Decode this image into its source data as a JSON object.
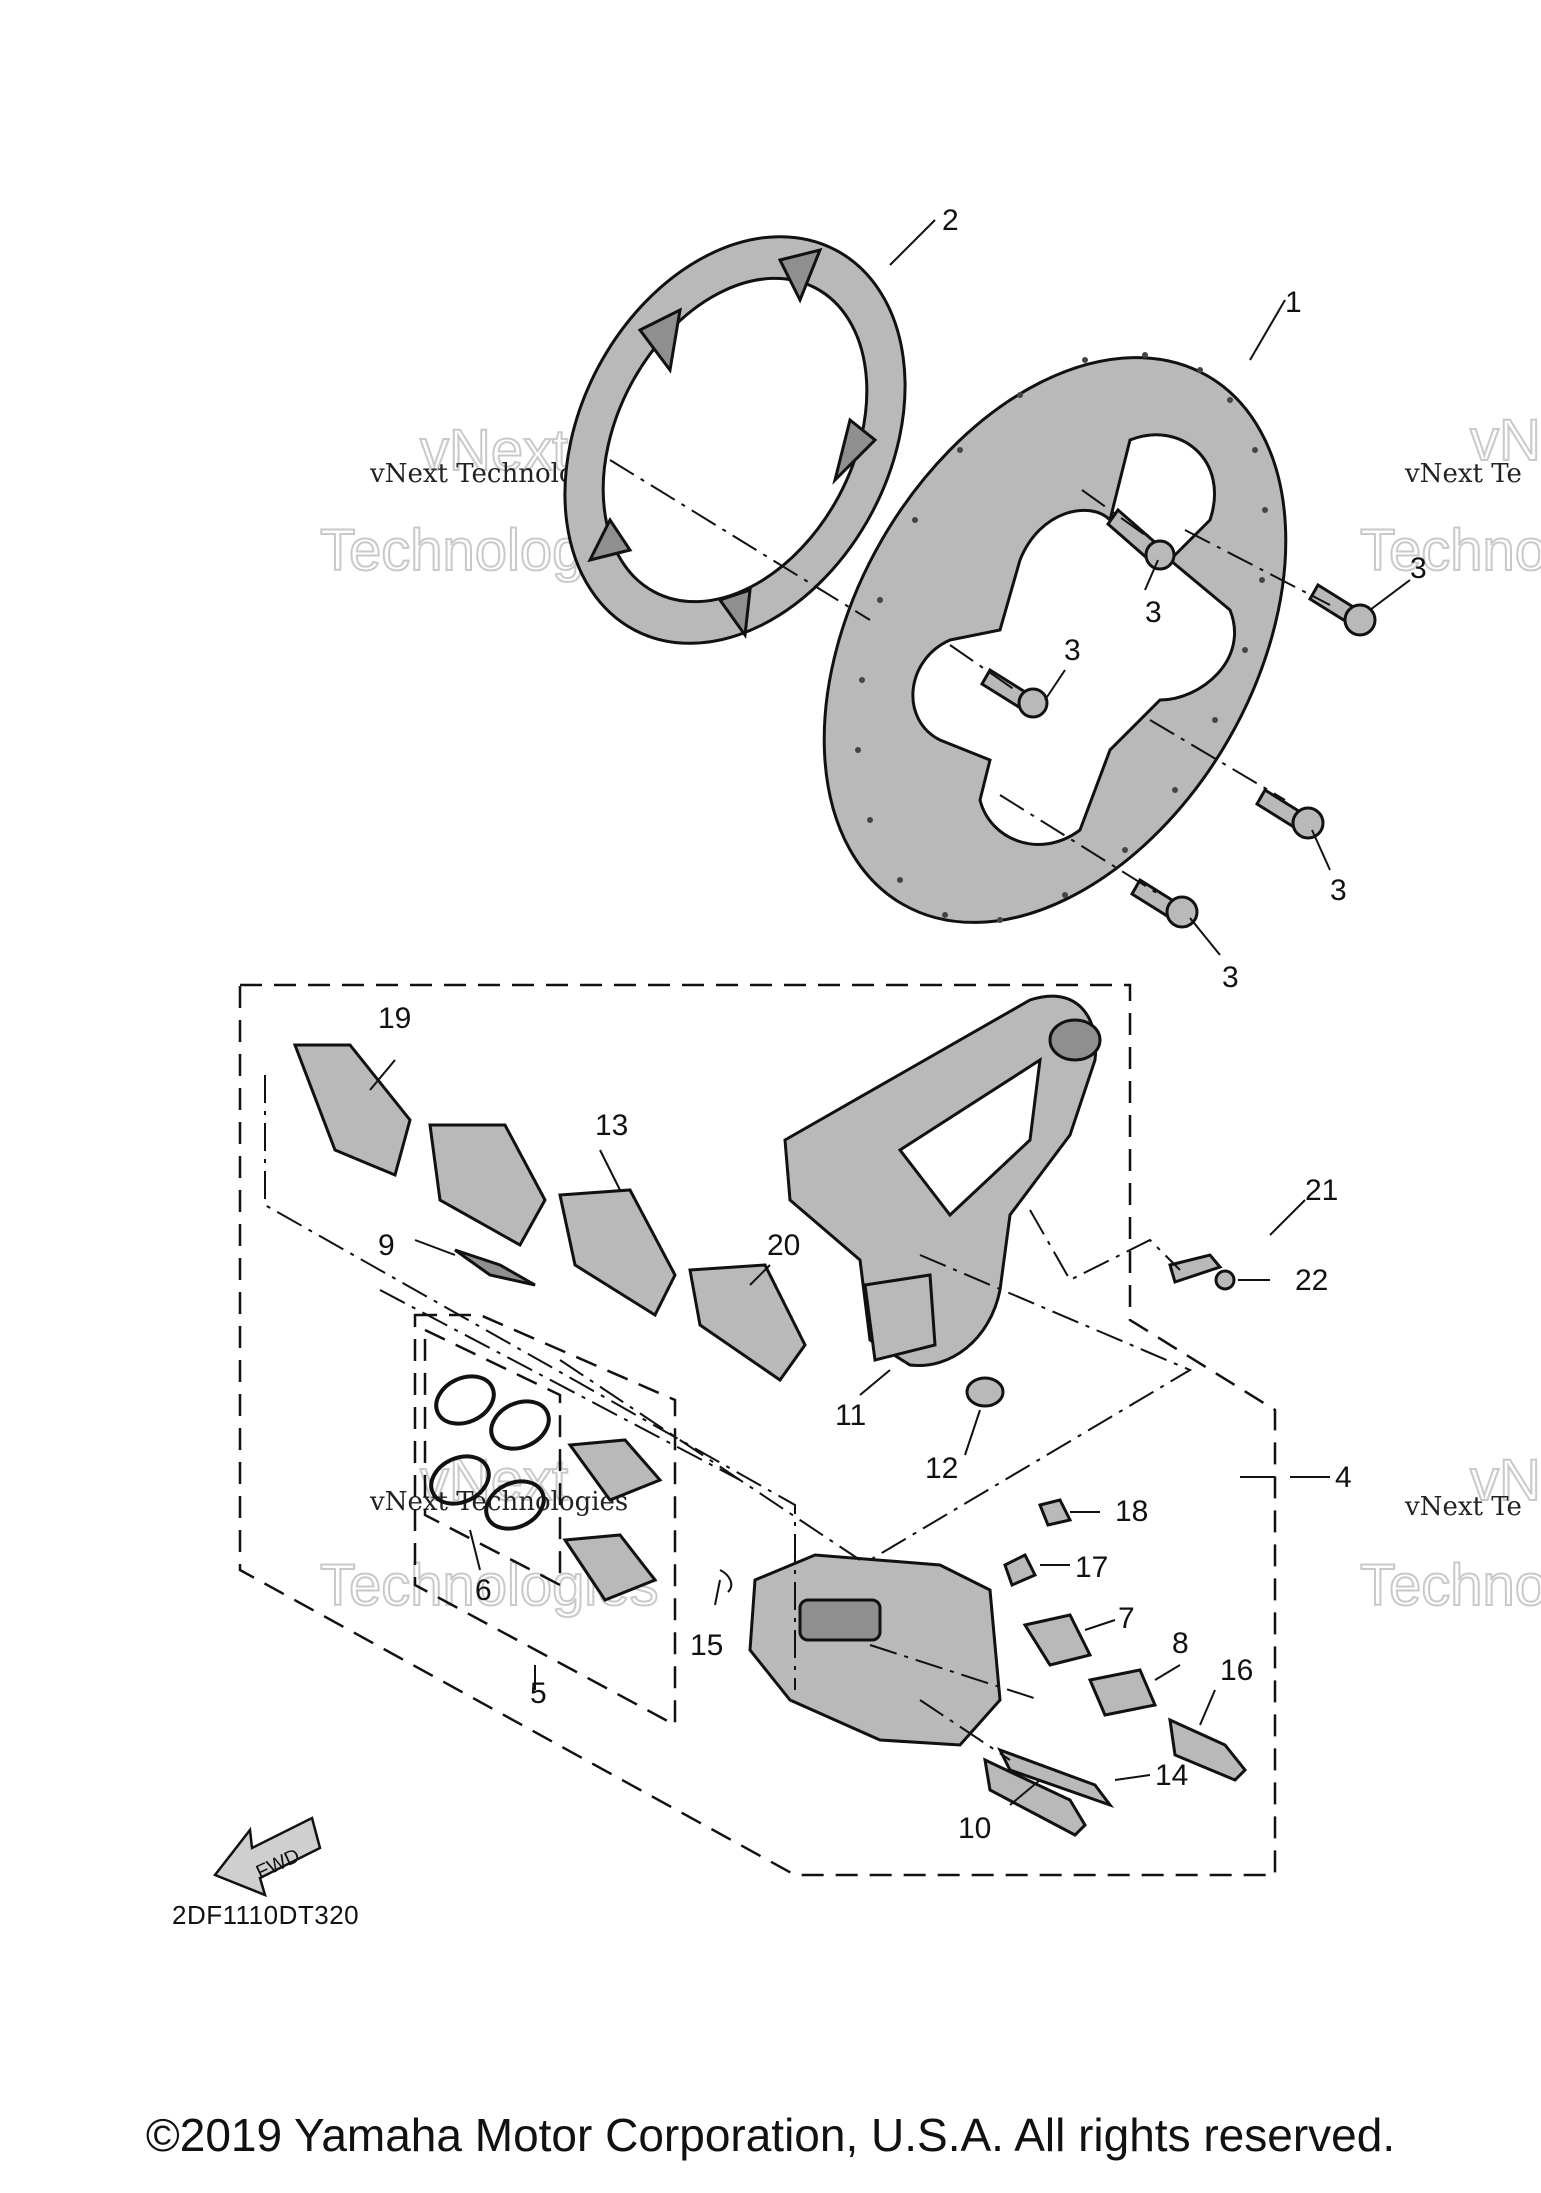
{
  "diagram": {
    "callouts": {
      "c1": "1",
      "c2": "2",
      "c3a": "3",
      "c3b": "3",
      "c3c": "3",
      "c3d": "3",
      "c3e": "3",
      "c4": "4",
      "c5": "5",
      "c6": "6",
      "c7": "7",
      "c8": "8",
      "c9": "9",
      "c10": "10",
      "c11": "11",
      "c12": "12",
      "c13": "13",
      "c14": "14",
      "c15": "15",
      "c16": "16",
      "c17": "17",
      "c18": "18",
      "c19": "19",
      "c20": "20",
      "c21": "21",
      "c22": "22"
    },
    "watermark": {
      "small": "vNext Technologies",
      "small_cut": "vNext Te",
      "big_line1": "vNext",
      "big_line2": "Technologies",
      "big_cut1": "vNe",
      "big_cut2": "Techno"
    },
    "forward_arrow": "FWD",
    "diagram_code": "2DF1110DT320"
  },
  "footer": {
    "copyright": "©2019 Yamaha Motor Corporation, U.S.A. All rights reserved."
  },
  "colors": {
    "line": "#111111",
    "part_fill": "#b9b9b9",
    "watermark": "#c9c9c9"
  }
}
